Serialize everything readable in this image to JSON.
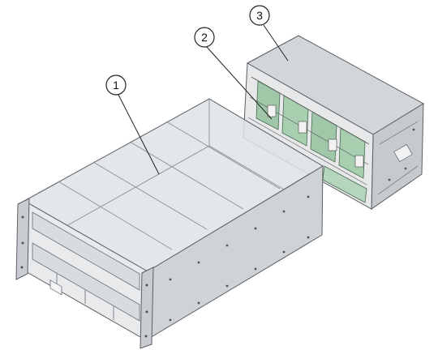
{
  "callouts": [
    {
      "id": "1",
      "label": "1"
    },
    {
      "id": "2",
      "label": "2"
    },
    {
      "id": "3",
      "label": "3"
    }
  ],
  "colors": {
    "chassis_top": "#dfe3e6",
    "chassis_side": "#cfd3d6",
    "chassis_front": "#e8eaec",
    "module_top": "#d3d6d9",
    "module_side": "#c6cacd",
    "board": "#9fc7a8",
    "edge": "#5a5f64",
    "callout_stroke": "#222222"
  },
  "icons": [
    "callout-circle",
    "leader-line",
    "screw-dot"
  ]
}
